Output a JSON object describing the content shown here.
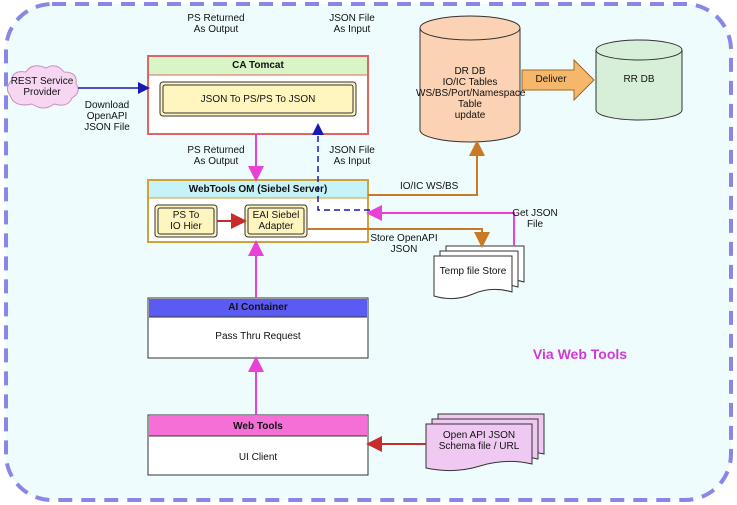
{
  "labels": {
    "ps_returned_top": [
      "PS Returned",
      "As Output"
    ],
    "json_file_top": [
      "JSON File",
      "As Input"
    ],
    "rest_provider": [
      "REST Service",
      "Provider"
    ],
    "download_openapi": [
      "Download",
      "OpenAPI",
      "JSON File"
    ],
    "ps_returned_mid": [
      "PS Returned",
      "As Output"
    ],
    "json_file_mid": [
      "JSON File",
      "As Input"
    ],
    "ioic_wsbs": "IO/IC WS/BS",
    "get_json": [
      "Get JSON",
      "File"
    ],
    "store_openapi": [
      "Store OpenAPI",
      "JSON"
    ],
    "deliver": "Deliver",
    "via_web_tools": "Via Web Tools"
  },
  "boxes": {
    "ca_tomcat": {
      "title": "CA Tomcat",
      "inner": "JSON To PS/PS To JSON"
    },
    "webtools_om": {
      "title": "WebTools OM (Siebel Server)",
      "ps_to_io": [
        "PS To",
        "IO Hier"
      ],
      "eai_adapter": [
        "EAI Siebel",
        "Adapter"
      ]
    },
    "ai_container": {
      "title": "AI Container",
      "body": "Pass Thru Request"
    },
    "web_tools": {
      "title": "Web Tools",
      "body": "UI Client"
    },
    "dr_db": [
      "DR DB",
      "IO/IC Tables",
      "WS/BS/Port/Namespace",
      "Table",
      "update"
    ],
    "rr_db": "RR DB",
    "temp_store": "Temp file Store",
    "open_api_doc": [
      "Open API JSON",
      "Schema file  / URL"
    ]
  },
  "colors": {
    "dashed_border": "#8a86e6",
    "background": "#eefcfd",
    "tomcat_border": "#e06666",
    "tomcat_header": "#d9f5c7",
    "inner_yellow": "#fff6bf",
    "webtools_om_border": "#d2a23a",
    "webtools_om_header": "#c6f3f7",
    "ai_header": "#5b5bf3",
    "web_tools_header": "#f56fd6",
    "dr_db_fill": "#fbd3b4",
    "rr_db_fill": "#d7efd9",
    "deliver_fill": "#f5b86a",
    "pink_arrow": "#e941d5",
    "blue_arrow": "#1a1ab3",
    "orange_arrow": "#c97a24",
    "red_arrow": "#c92b2b",
    "via_text": "#d438d4"
  }
}
